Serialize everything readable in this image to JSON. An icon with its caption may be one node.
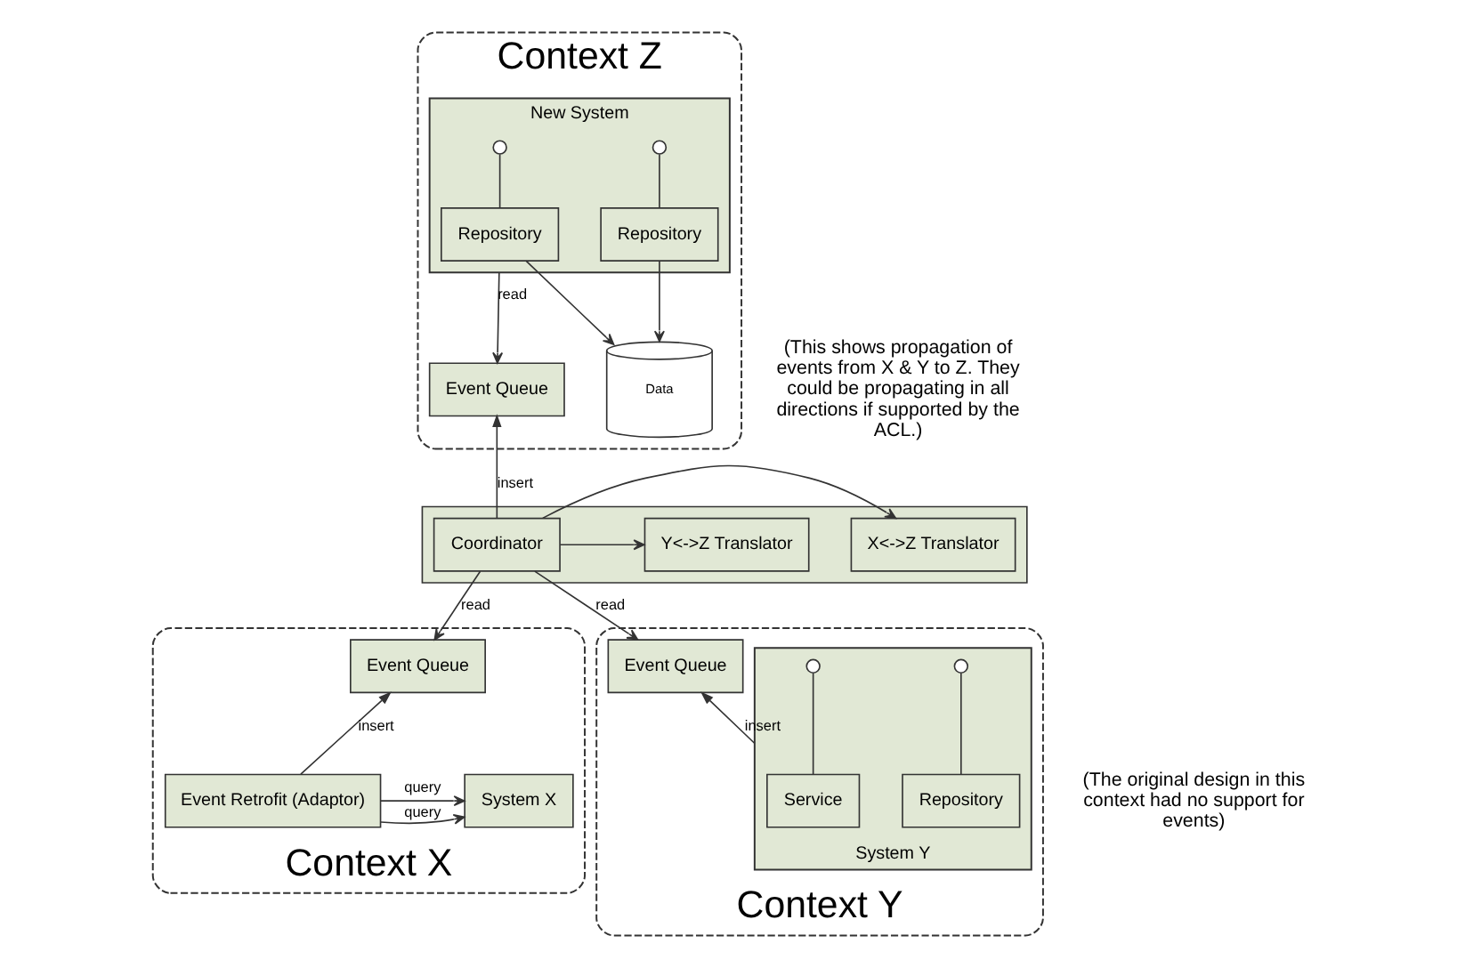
{
  "diagram": {
    "nodes": [
      {
        "text": [
          "Context Z"
        ]
      },
      {
        "text": [
          "New System"
        ],
        "in": 0
      },
      {
        "text": [],
        "shape": "circle",
        "in": 1
      },
      {
        "text": [],
        "shape": "circle",
        "in": 1
      },
      {
        "text": [
          "Repository"
        ],
        "in": 1
      },
      {
        "text": [
          "Repository"
        ],
        "in": 1
      },
      {
        "text": [
          "Event Queue"
        ],
        "in": 0
      },
      {
        "text": [
          "Data"
        ],
        "in": 0
      },
      {
        "text": [],
        "shape": "box"
      },
      {
        "text": [
          "Coordinator"
        ],
        "in": 8
      },
      {
        "text": [
          "X<->Z Translator"
        ],
        "in": 8
      },
      {
        "text": [
          "Y<->Z Translator"
        ],
        "in": 8
      },
      {
        "text": [
          "Context X"
        ]
      },
      {
        "text": [
          "Event Queue"
        ],
        "in": 12
      },
      {
        "text": [
          "System X"
        ],
        "in": 12
      },
      {
        "text": [
          "Event Retrofit (Adaptor)"
        ],
        "in": 12
      },
      {
        "text": [
          "Context Y"
        ]
      },
      {
        "text": [
          "Event Queue"
        ],
        "in": 16
      },
      {
        "text": [
          "System Y"
        ],
        "in": 16
      },
      {
        "text": [],
        "shape": "circle",
        "in": 18
      },
      {
        "text": [],
        "shape": "circle",
        "in": 18
      },
      {
        "text": [
          "Service"
        ],
        "in": 18
      },
      {
        "text": [
          "Repository"
        ],
        "in": 18
      }
    ],
    "edges": [
      {
        "from": 2,
        "to": 4,
        "arrow": "none"
      },
      {
        "from": 3,
        "to": 5,
        "arrow": "none"
      },
      {
        "from": 4,
        "to": 7,
        "arrow": "to"
      },
      {
        "from": 5,
        "to": 7,
        "arrow": "to"
      },
      {
        "from": 1,
        "to": 6,
        "label": "read",
        "arrow": "to"
      },
      {
        "from": 9,
        "to": 6,
        "label": "insert",
        "arrow": "to"
      },
      {
        "from": 9,
        "to": 10,
        "arrow": "to"
      },
      {
        "from": 9,
        "to": 11,
        "arrow": "to"
      },
      {
        "from": 9,
        "to": 13,
        "label": "read",
        "arrow": "to"
      },
      {
        "from": 9,
        "to": 17,
        "label": "read",
        "arrow": "to"
      },
      {
        "from": 15,
        "to": 13,
        "label": "insert",
        "arrow": "to"
      },
      {
        "from": 15,
        "to": 14,
        "label": "query",
        "arrow": "to"
      },
      {
        "from": 15,
        "to": 14,
        "label": "query",
        "arrow": "to"
      },
      {
        "from": 18,
        "to": 17,
        "label": "insert",
        "arrow": "to"
      },
      {
        "from": 19,
        "to": 21,
        "arrow": "none"
      },
      {
        "from": 20,
        "to": 22,
        "arrow": "none"
      }
    ],
    "labels": [
      "(This shows propagation of events from X & Y to Z. They could be propagating in all directions if supported by the ACL.)",
      "(The original design in this context had no support for events)"
    ]
  }
}
